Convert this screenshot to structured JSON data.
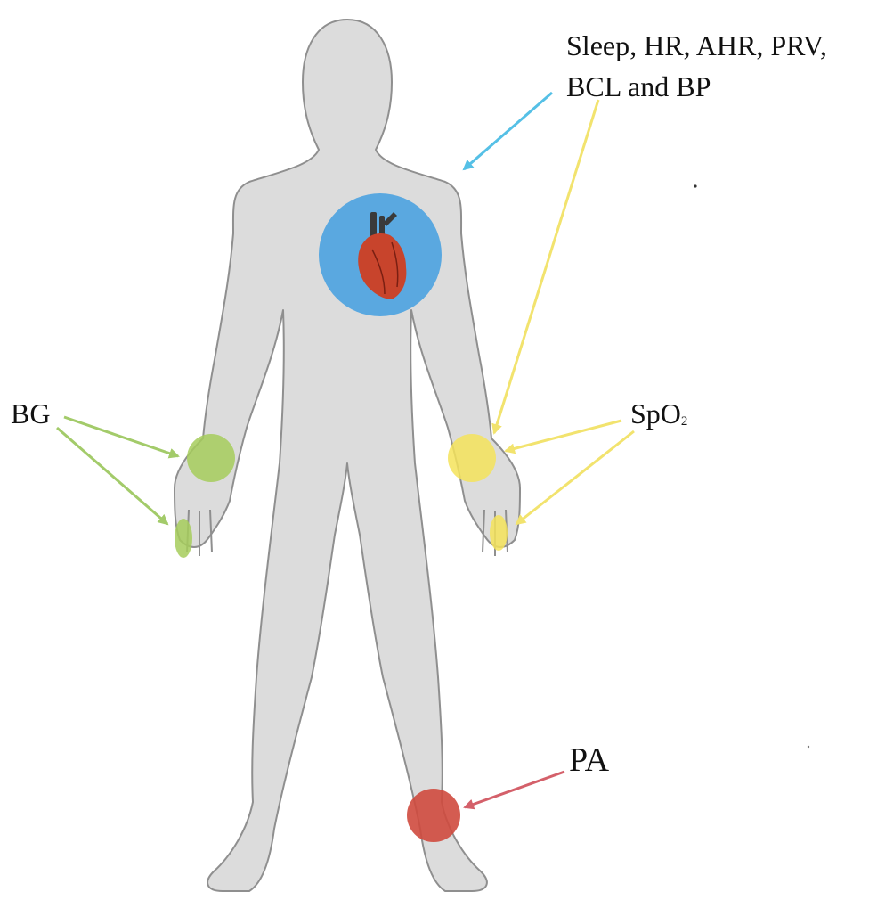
{
  "labels": {
    "top_line1": "Sleep, HR, AHR, PRV,",
    "top_line2": "BCL and BP",
    "bg": "BG",
    "spo2_main": "SpO",
    "spo2_sub": "2",
    "pa": "PA"
  },
  "colors": {
    "body": "#dcdcdc",
    "body_outline": "#8f8f8f",
    "chest": "#5aa8e0",
    "heart": "#c8442c",
    "wrist_left": "#a6cc5c",
    "wrist_right": "#f5e35a",
    "leg": "#cf4a3e",
    "arrow_blue": "#55c0e6",
    "arrow_yellow": "#f2e36e",
    "arrow_green": "#a3cb6a",
    "arrow_red": "#d4606a"
  },
  "icons": [
    "heart-icon"
  ]
}
